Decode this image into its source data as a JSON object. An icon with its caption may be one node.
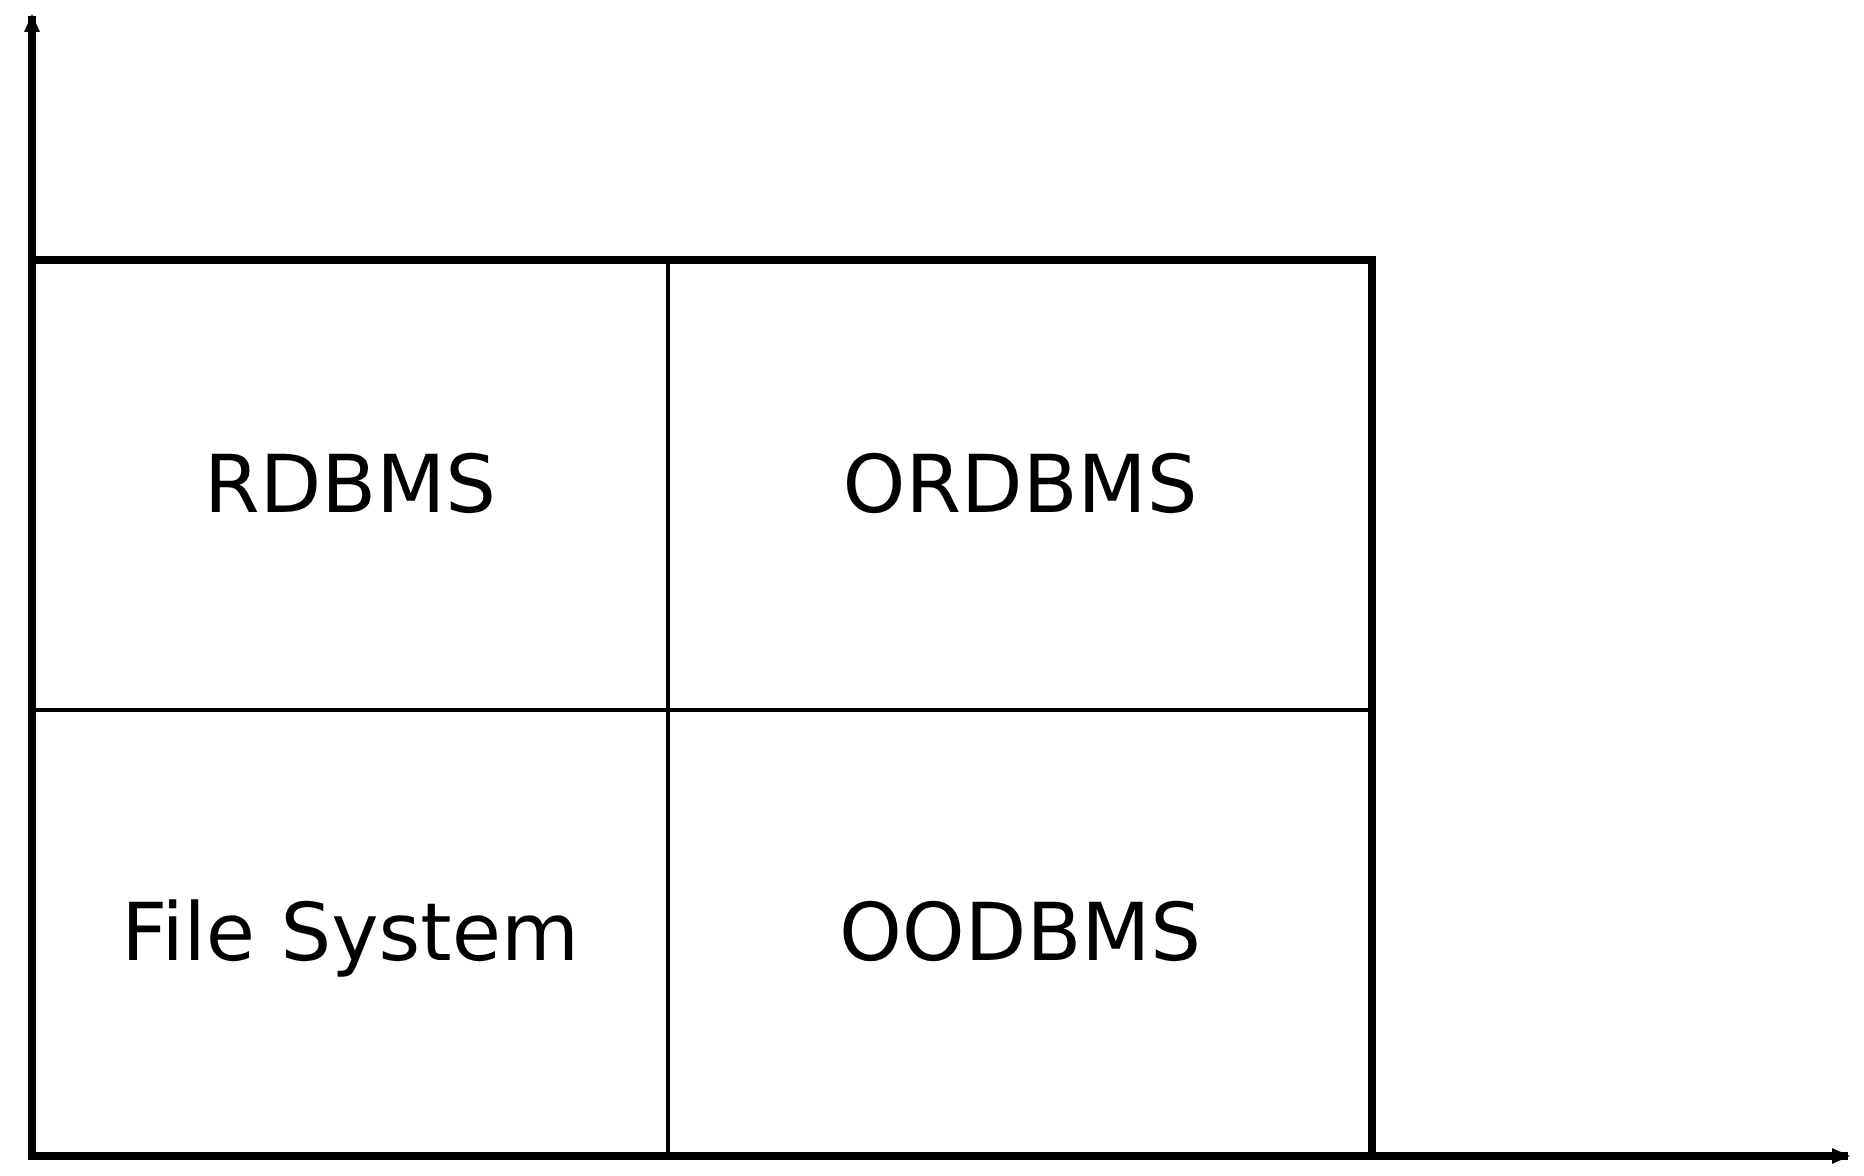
{
  "diagram": {
    "nodes": [
      {
        "text": [
          "RDBMS"
        ]
      },
      {
        "text": [
          "ORDBMS"
        ]
      },
      {
        "text": [
          "File System"
        ]
      },
      {
        "text": [
          "OODBMS"
        ]
      }
    ],
    "edges": []
  }
}
